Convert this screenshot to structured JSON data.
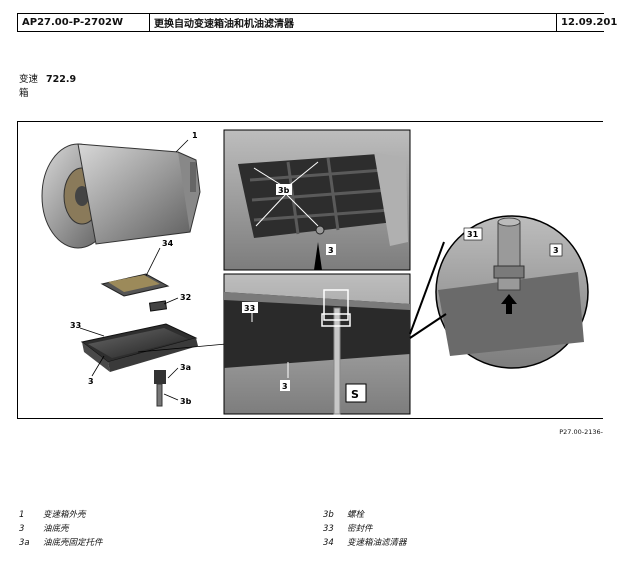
{
  "header": {
    "doc_code": "AP27.00-P-2702W",
    "title": "更换自动变速箱油和机油滤清器",
    "date": "12.09.201"
  },
  "subject": {
    "label_line1": "变速",
    "label_line2": "箱",
    "model": "722.9"
  },
  "figure": {
    "reference": "P27.00-2136-",
    "callouts": {
      "c1": "1",
      "c34": "34",
      "c32": "32",
      "c33": "33",
      "c3": "3",
      "c3a": "3a",
      "c3b": "3b",
      "top_3b": "3b",
      "top_3": "3",
      "mid_33": "33",
      "mid_3": "3",
      "zoom_31": "31",
      "zoom_3": "3"
    },
    "tool_badge": "S"
  },
  "legend": {
    "left": [
      {
        "key": "1",
        "text": "变速箱外壳"
      },
      {
        "key": "3",
        "text": "油底壳"
      },
      {
        "key": "3a",
        "text": "油底壳固定托件"
      }
    ],
    "right": [
      {
        "key": "3b",
        "text": "螺栓"
      },
      {
        "key": "33",
        "text": "密封件"
      },
      {
        "key": "34",
        "text": "变速箱油滤清器"
      }
    ]
  }
}
